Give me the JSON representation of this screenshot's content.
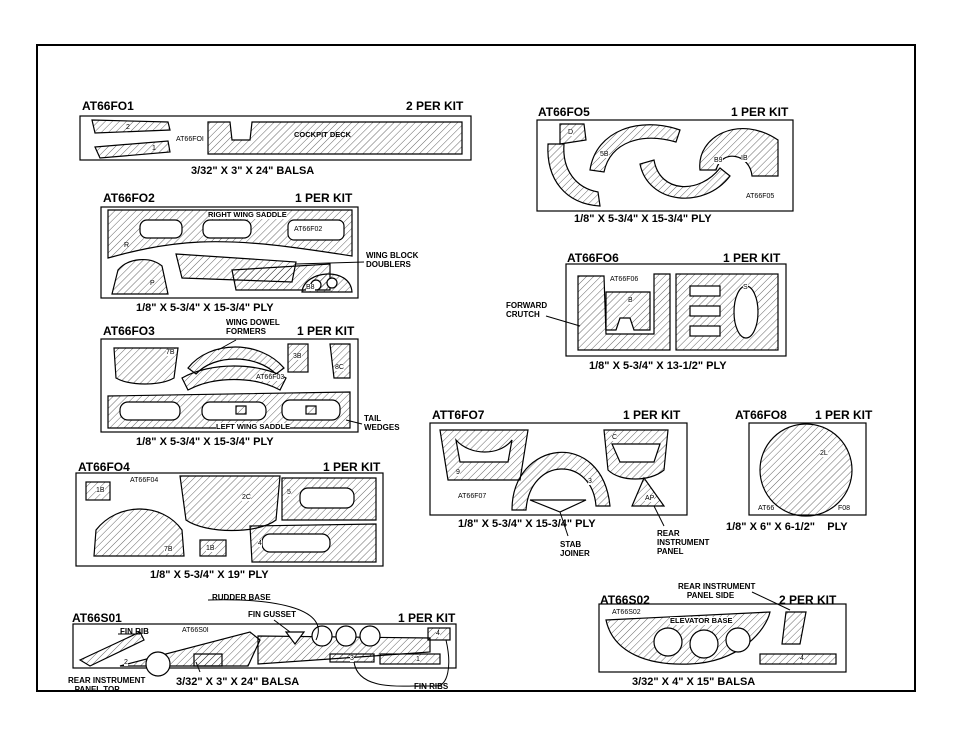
{
  "sheets": [
    {
      "id": "AT66FO1",
      "qty": "2 PER KIT",
      "spec": "3/32\" X 3\" X 24\"  BALSA",
      "stamp": "AT66FOI",
      "labels": [
        "COCKPIT DECK"
      ]
    },
    {
      "id": "AT66FO2",
      "qty": "1 PER KIT",
      "spec": "1/8\" X 5-3/4\" X 15-3/4\" PLY",
      "stamp": "AT66F02",
      "labels": [
        "RIGHT WING SADDLE"
      ]
    },
    {
      "id": "AT66FO3",
      "qty": "1 PER KIT",
      "spec": "1/8\" X 5-3/4\" X 15-3/4\" PLY",
      "stamp": "AT66F03",
      "labels": [
        "LEFT WING SADDLE"
      ]
    },
    {
      "id": "AT66FO4",
      "qty": "1 PER KIT",
      "spec": "1/8\" X 5-3/4\" X 19\" PLY",
      "stamp": "AT66F04",
      "labels": []
    },
    {
      "id": "AT66S01",
      "qty": "1 PER KIT",
      "spec": "3/32\" X 3\" X 24\"  BALSA",
      "stamp": "AT66S0I",
      "labels": []
    },
    {
      "id": "AT66FO5",
      "qty": "1 PER KIT",
      "spec": "1/8\" X 5-3/4\" X 15-3/4\" PLY",
      "stamp": "AT66F05",
      "labels": []
    },
    {
      "id": "AT66FO6",
      "qty": "1 PER KIT",
      "spec": "1/8\" X 5-3/4\" X 13-1/2\" PLY",
      "stamp": "AT66F06",
      "labels": []
    },
    {
      "id": "ATT6FO7",
      "qty": "1 PER KIT",
      "spec": "1/8\" X 5-3/4\" X 15-3/4\" PLY",
      "stamp": "AT66F07",
      "labels": []
    },
    {
      "id": "AT66FO8",
      "qty": "1 PER KIT",
      "spec": "1/8\" X 6\" X 6-1/2\"    PLY",
      "stamp": "AT66",
      "labels": [
        "F08"
      ]
    },
    {
      "id": "AT66S02",
      "qty": "2 PER KIT",
      "spec": "3/32\" X 4\" X 15\"  BALSA",
      "stamp": "AT66S02",
      "labels": [
        "ELEVATOR BASE"
      ]
    }
  ],
  "callouts": {
    "wing_block_doublers": "WING BLOCK\nDOUBLERS",
    "wing_dowel_formers": "WING DOWEL\nFORMERS",
    "tail_wedges": "TAIL\nWEDGES",
    "forward_crutch": "FORWARD\nCRUTCH",
    "stab_joiner": "STAB\nJOINER",
    "rear_instrument_panel": "REAR\nINSTRUMENT\nPANEL",
    "fin_rib": "FIN RIB",
    "rudder_base": "RUDDER BASE",
    "fin_gusset": "FIN GUSSET",
    "rear_instrument_panel_top": "REAR INSTRUMENT\n   PANEL TOP",
    "fin_ribs": "FIN RIBS",
    "rear_instrument_panel_side": "REAR INSTRUMENT\n    PANEL SIDE"
  },
  "part_marks": {
    "f1": [
      "2",
      "1"
    ],
    "f2": [
      "R",
      "P",
      "B8"
    ],
    "f3": [
      "7B",
      "3B",
      "8C"
    ],
    "f4": [
      "1B",
      "2C",
      "5",
      "4",
      "7B",
      "1B"
    ],
    "s1": [
      "2",
      "3",
      "4",
      "1"
    ],
    "f5": [
      "D",
      "5B",
      "B9",
      "IB"
    ],
    "f6": [
      "B",
      "S"
    ],
    "f7": [
      "9",
      "C",
      "3",
      "AP"
    ],
    "f8": [
      "2L"
    ],
    "s2": [
      "4"
    ]
  }
}
